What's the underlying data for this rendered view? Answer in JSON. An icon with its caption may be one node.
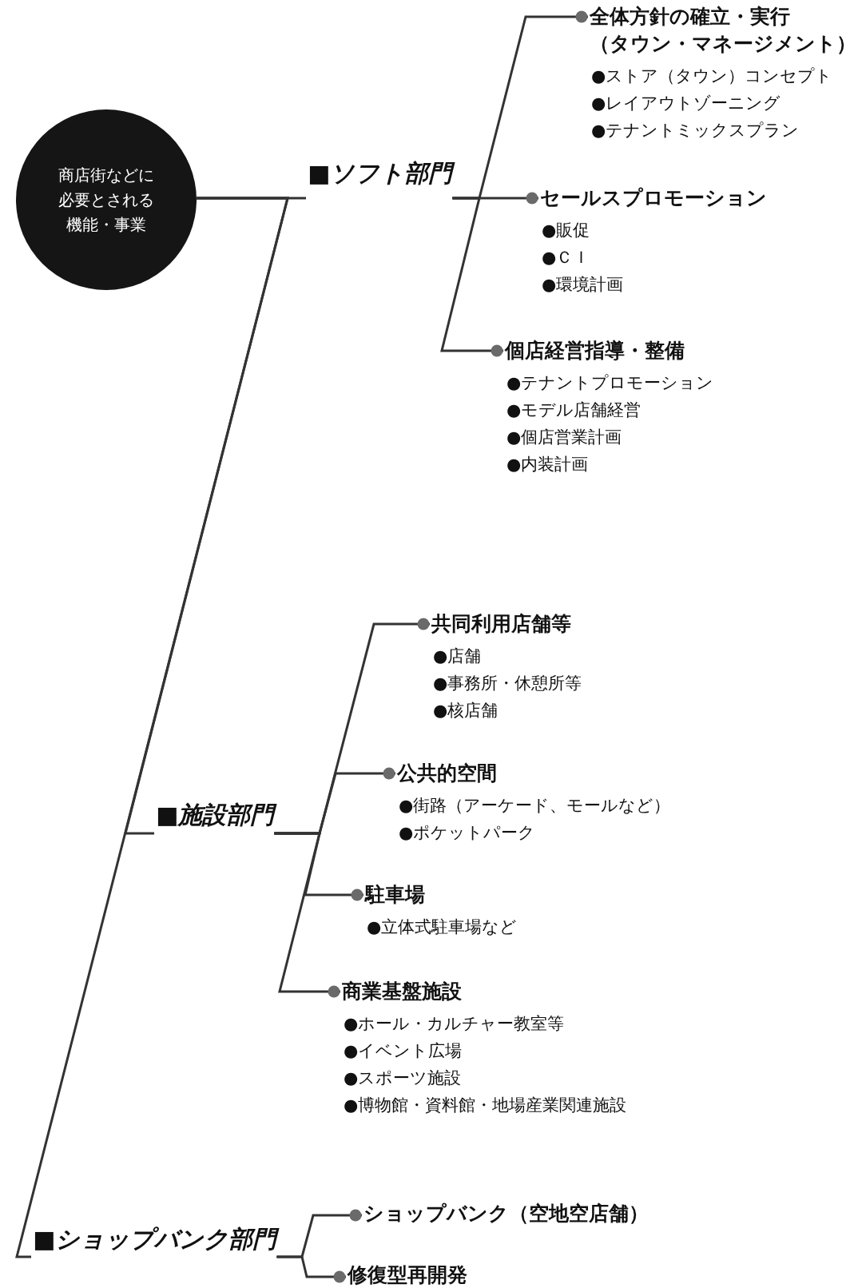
{
  "diagram": {
    "nodes": [
      {
        "text": [
          "商店街などに必要とされる機能・事業"
        ]
      },
      {
        "text": [
          "■ソフト部門"
        ]
      },
      {
        "text": [
          "全体方針の確立・実行（タウン・マネージメント）",
          "●ストア（タウン）コンセプト",
          "●レイアウトゾーニング",
          "●テナントミックスプラン"
        ]
      },
      {
        "text": [
          "セールスプロモーション",
          "●販促",
          "●ＣＩ",
          "●環境計画"
        ]
      },
      {
        "text": [
          "個店経営指導・整備",
          "●テナントプロモーション",
          "●モデル店舗経営",
          "●個店営業計画",
          "●内装計画"
        ]
      },
      {
        "text": [
          "■施設部門"
        ]
      },
      {
        "text": [
          "共同利用店舗等",
          "●店舗",
          "●事務所・休憩所等",
          "●核店舗"
        ]
      },
      {
        "text": [
          "公共的空間",
          "●街路（アーケード、モールなど）",
          "●ポケットパーク"
        ]
      },
      {
        "text": [
          "駐車場",
          "●立体式駐車場など"
        ]
      },
      {
        "text": [
          "商業基盤施設",
          "●ホール・カルチャー教室等",
          "●イベント広場",
          "●スポーツ施設",
          "●博物館・資料館・地場産業関連施設"
        ]
      },
      {
        "text": [
          "■ショップバンク部門"
        ]
      },
      {
        "text": [
          "ショップバンク（空地空店舗）"
        ]
      },
      {
        "text": [
          "修復型再開発"
        ]
      }
    ],
    "edges": [
      {
        "from": 0,
        "to": 1,
        "arrow": "none"
      },
      {
        "from": 1,
        "to": 2,
        "arrow": "other"
      },
      {
        "from": 1,
        "to": 3,
        "arrow": "other"
      },
      {
        "from": 1,
        "to": 4,
        "arrow": "other"
      },
      {
        "from": 0,
        "to": 5,
        "arrow": "none"
      },
      {
        "from": 5,
        "to": 6,
        "arrow": "other"
      },
      {
        "from": 5,
        "to": 7,
        "arrow": "other"
      },
      {
        "from": 5,
        "to": 8,
        "arrow": "other"
      },
      {
        "from": 5,
        "to": 9,
        "arrow": "other"
      },
      {
        "from": 0,
        "to": 10,
        "arrow": "none"
      },
      {
        "from": 10,
        "to": 11,
        "arrow": "other"
      },
      {
        "from": 10,
        "to": 12,
        "arrow": "other"
      }
    ]
  }
}
